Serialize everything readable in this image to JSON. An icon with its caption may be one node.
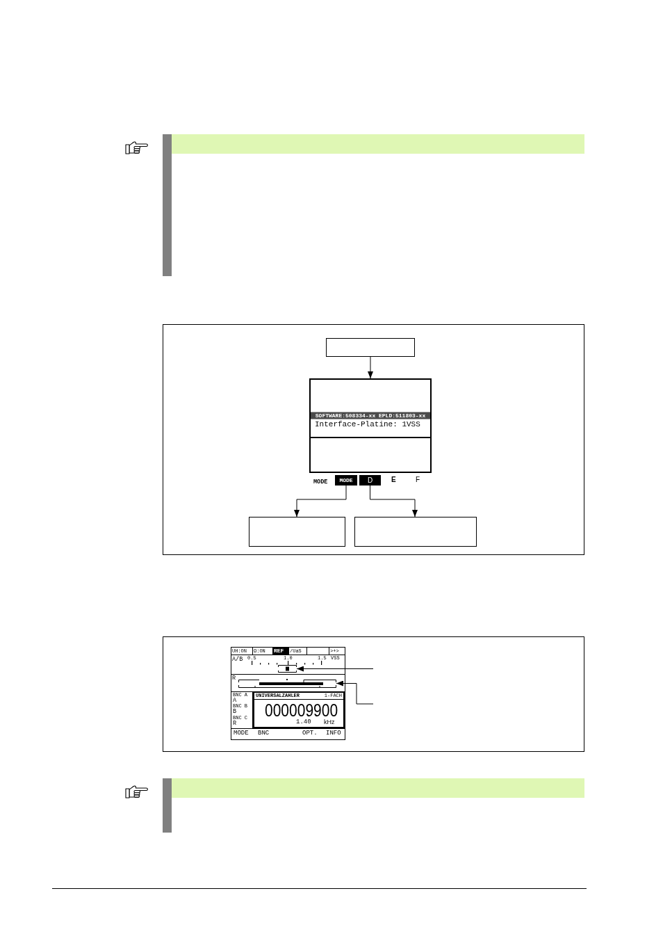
{
  "diagram": {
    "nodes": [
      {
        "text": [],
        "shape": "box"
      },
      {
        "text": [
          "SOFTWARE:508334-xx EPLD:511803-xx",
          "Interface-Platine: 1VSS"
        ]
      },
      {
        "text": [
          "MODE"
        ]
      },
      {
        "text": [
          "D"
        ]
      },
      {
        "text": [],
        "shape": "box"
      },
      {
        "text": [],
        "shape": "box"
      },
      {
        "text": [
          "UH:ON",
          "Ω:ON",
          "REF",
          "/UaS",
          ">+>",
          "A/B",
          "0.5",
          "1.0",
          "1.5",
          "VSS",
          "R",
          "MODE",
          "BNC",
          "OPT.",
          "INFO"
        ]
      },
      {
        "text": [],
        "shape": "marker",
        "in": 6
      },
      {
        "text": [],
        "shape": "bar",
        "in": 6
      },
      {
        "text": [
          "BNC A",
          "A",
          "BNC B",
          "B",
          "BNC C",
          "R"
        ],
        "in": 6
      },
      {
        "text": [
          "UNIVERSALZAHLER",
          "1-FACH",
          "000009900",
          "1.40",
          "kHz"
        ],
        "in": 6
      }
    ],
    "edges": [
      {
        "from": 0,
        "to": 1,
        "arrow": "to"
      },
      {
        "from": 2,
        "to": 4,
        "arrow": "to"
      },
      {
        "from": 3,
        "to": 5,
        "arrow": "to"
      },
      {
        "from": null,
        "to": 7,
        "arrow": "to"
      },
      {
        "from": null,
        "to": 8,
        "arrow": "to"
      }
    ],
    "labels": [
      "MODE",
      "E",
      "F"
    ]
  }
}
